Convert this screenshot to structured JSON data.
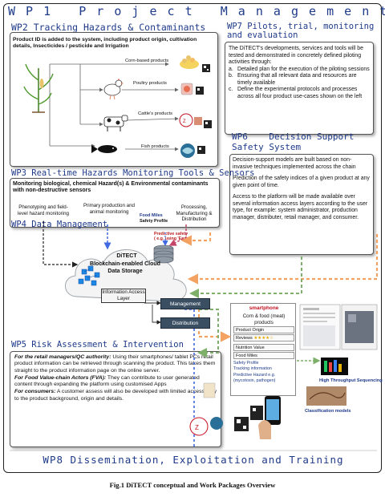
{
  "wp1": {
    "title": "W P 1   P r o j e c t   M a n a g e m e n t"
  },
  "wp2": {
    "title": "WP2 Tracking Hazards & Contaminants",
    "intro": "Product ID is added to the system, including product origin, cultivation details, Insecticides / pesticide and Irrigation",
    "products": [
      "Corn-based products",
      "Poultry products",
      "Cattle's products",
      "Fish products"
    ]
  },
  "wp7": {
    "title": "WP7 Pilots, trial, monitoring and evaluation",
    "intro": "The DiTECT's developments, services and tools will be tested and demonstrated in concretely defined piloting activities through:",
    "items": [
      {
        "marker": "a.",
        "text": "Detailed plan for the execution of the piloting sessions"
      },
      {
        "marker": "b.",
        "text": "Ensuring that all relevant data and resources are timely available"
      },
      {
        "marker": "c.",
        "text": "Define the experimental protocols and processes across all four product use-cases shown on the left"
      }
    ]
  },
  "wp6": {
    "title": "WP6    Decision Support Safety System",
    "p1": "Decision-support models are built based on non-invasive techniques implemented across the chain",
    "p2": "Prediction of the safety indices of a given product at any given point of time.",
    "p3": "Access to the platform will be made available over several information access layers according to the user type, for example: system administrator, production manager, distributer, retail manager, and consumer."
  },
  "wp3": {
    "title": "WP3 Real-time Hazards Monitoring Tools & Sensors",
    "main": "Monitoring biological, chemical Hazard(s) & Environmental contaminants  with non-destructive sensors",
    "col1": "Phenotyping and field-level hazard monitoring",
    "col2": "Primary production and animal monitoring",
    "col3": "Processing, Manufacturing & Distribution",
    "food_miles": "Food Miles",
    "safety_profile": "Safety Profile",
    "predictive": "Predictive safety",
    "predictive_sub": "( e.g. using 'Ensa')"
  },
  "wp4": {
    "title": "WP4 Data Management",
    "ditect": "DiTECT",
    "ditect_sub": "Blockchain-enabled Cloud Data Storage",
    "ial": "Information Access Layer",
    "management": "Management",
    "distribution": "Distribution"
  },
  "wp5": {
    "title": "WP5 Risk Assessment & Intervention",
    "retail_lead": "For the retail managers/QC authority:",
    "retail_text": " Using their smartphones/ tablet PCs retail product information can be retrieved through scanning the product. This takes them straight to the product information page on the online server.",
    "fva_lead": "For Food Value-chain Actors (FVA):",
    "fva_text": " They can contribute to user generated content through expanding the platform using customised Apps",
    "consumer_lead": "For consumers:",
    "consumer_text": " A customer assess will also be developed with limited accessibility to the product background, origin and details."
  },
  "smartphone": {
    "title": "smartphone",
    "product": "Corn & food (meat) products",
    "rows": [
      "Product Origin",
      "Reviews",
      "Nutrition Value",
      "Food Miles"
    ],
    "stars": "★★★★☆",
    "safety": "Safety Profile",
    "tracking": "Tracking information",
    "predictive": "Predictive Hazard e.g. (mycotoxin, pathogen)"
  },
  "labels": {
    "hts": "High Throughput Sequencing",
    "cls": "Classification models"
  },
  "wp8": {
    "title": "WP8 Dissemination, Exploitation and Training"
  },
  "caption": "Fig.1  DiTECT conceptual and Work Packages Overview",
  "colors": {
    "wp_blue": "#1e3a8a",
    "arrow_orange": "#f4a261",
    "arrow_blue": "#4169e1",
    "arrow_green": "#7fb069",
    "arrow_red": "#c44569"
  }
}
